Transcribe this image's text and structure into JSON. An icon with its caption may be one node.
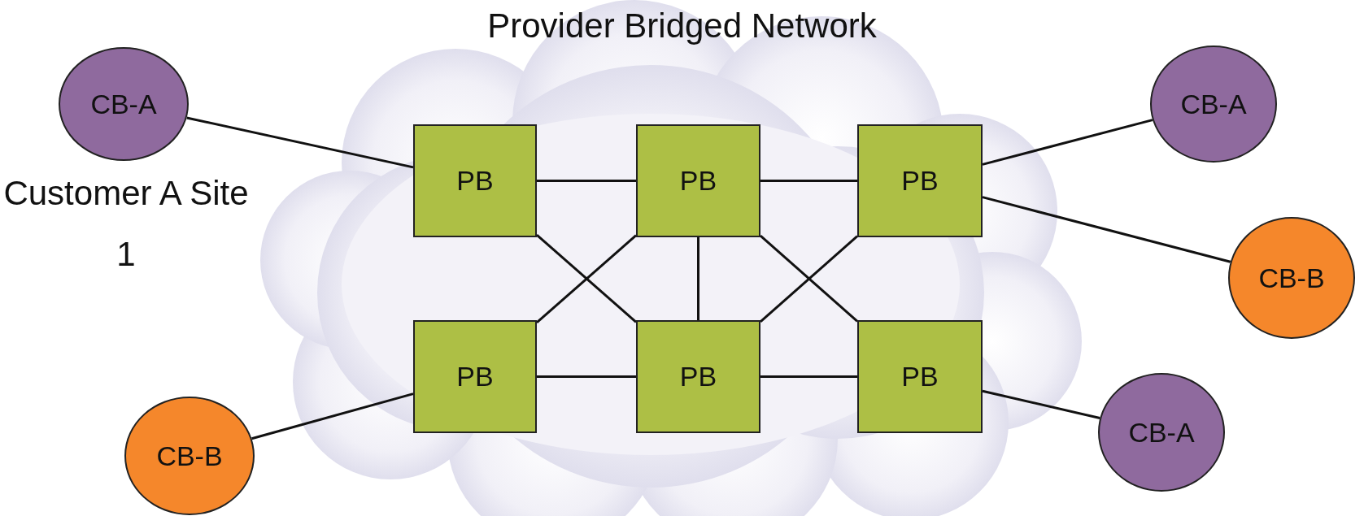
{
  "diagram": {
    "title": "Provider Bridged Network",
    "nodes": [
      {
        "text": [
          "CB-A"
        ],
        "beside": [
          "Customer A Site 1"
        ]
      },
      {
        "text": [
          "CB-A"
        ]
      },
      {
        "text": [
          "PB"
        ]
      },
      {
        "text": [
          "PB"
        ]
      },
      {
        "text": [
          "PB"
        ]
      },
      {
        "text": [
          "CB-B"
        ]
      },
      {
        "text": [
          "PB"
        ]
      },
      {
        "text": [
          "PB"
        ]
      },
      {
        "text": [
          "PB"
        ]
      },
      {
        "text": [
          "CB-A"
        ]
      },
      {
        "text": [
          "CB-B"
        ]
      }
    ],
    "edges": [
      {
        "from": 0,
        "to": 2,
        "arrow": "none"
      },
      {
        "from": 2,
        "to": 3,
        "arrow": "none"
      },
      {
        "from": 3,
        "to": 4,
        "arrow": "none"
      },
      {
        "from": 4,
        "to": 1,
        "arrow": "none"
      },
      {
        "from": 4,
        "to": 5,
        "arrow": "none"
      },
      {
        "from": 2,
        "to": 7,
        "arrow": "none"
      },
      {
        "from": 3,
        "to": 6,
        "arrow": "none"
      },
      {
        "from": 3,
        "to": 7,
        "arrow": "none"
      },
      {
        "from": 3,
        "to": 8,
        "arrow": "none"
      },
      {
        "from": 4,
        "to": 7,
        "arrow": "none"
      },
      {
        "from": 6,
        "to": 7,
        "arrow": "none"
      },
      {
        "from": 7,
        "to": 8,
        "arrow": "none"
      },
      {
        "from": 8,
        "to": 9,
        "arrow": "none"
      },
      {
        "from": 6,
        "to": 10,
        "arrow": "none"
      }
    ]
  }
}
